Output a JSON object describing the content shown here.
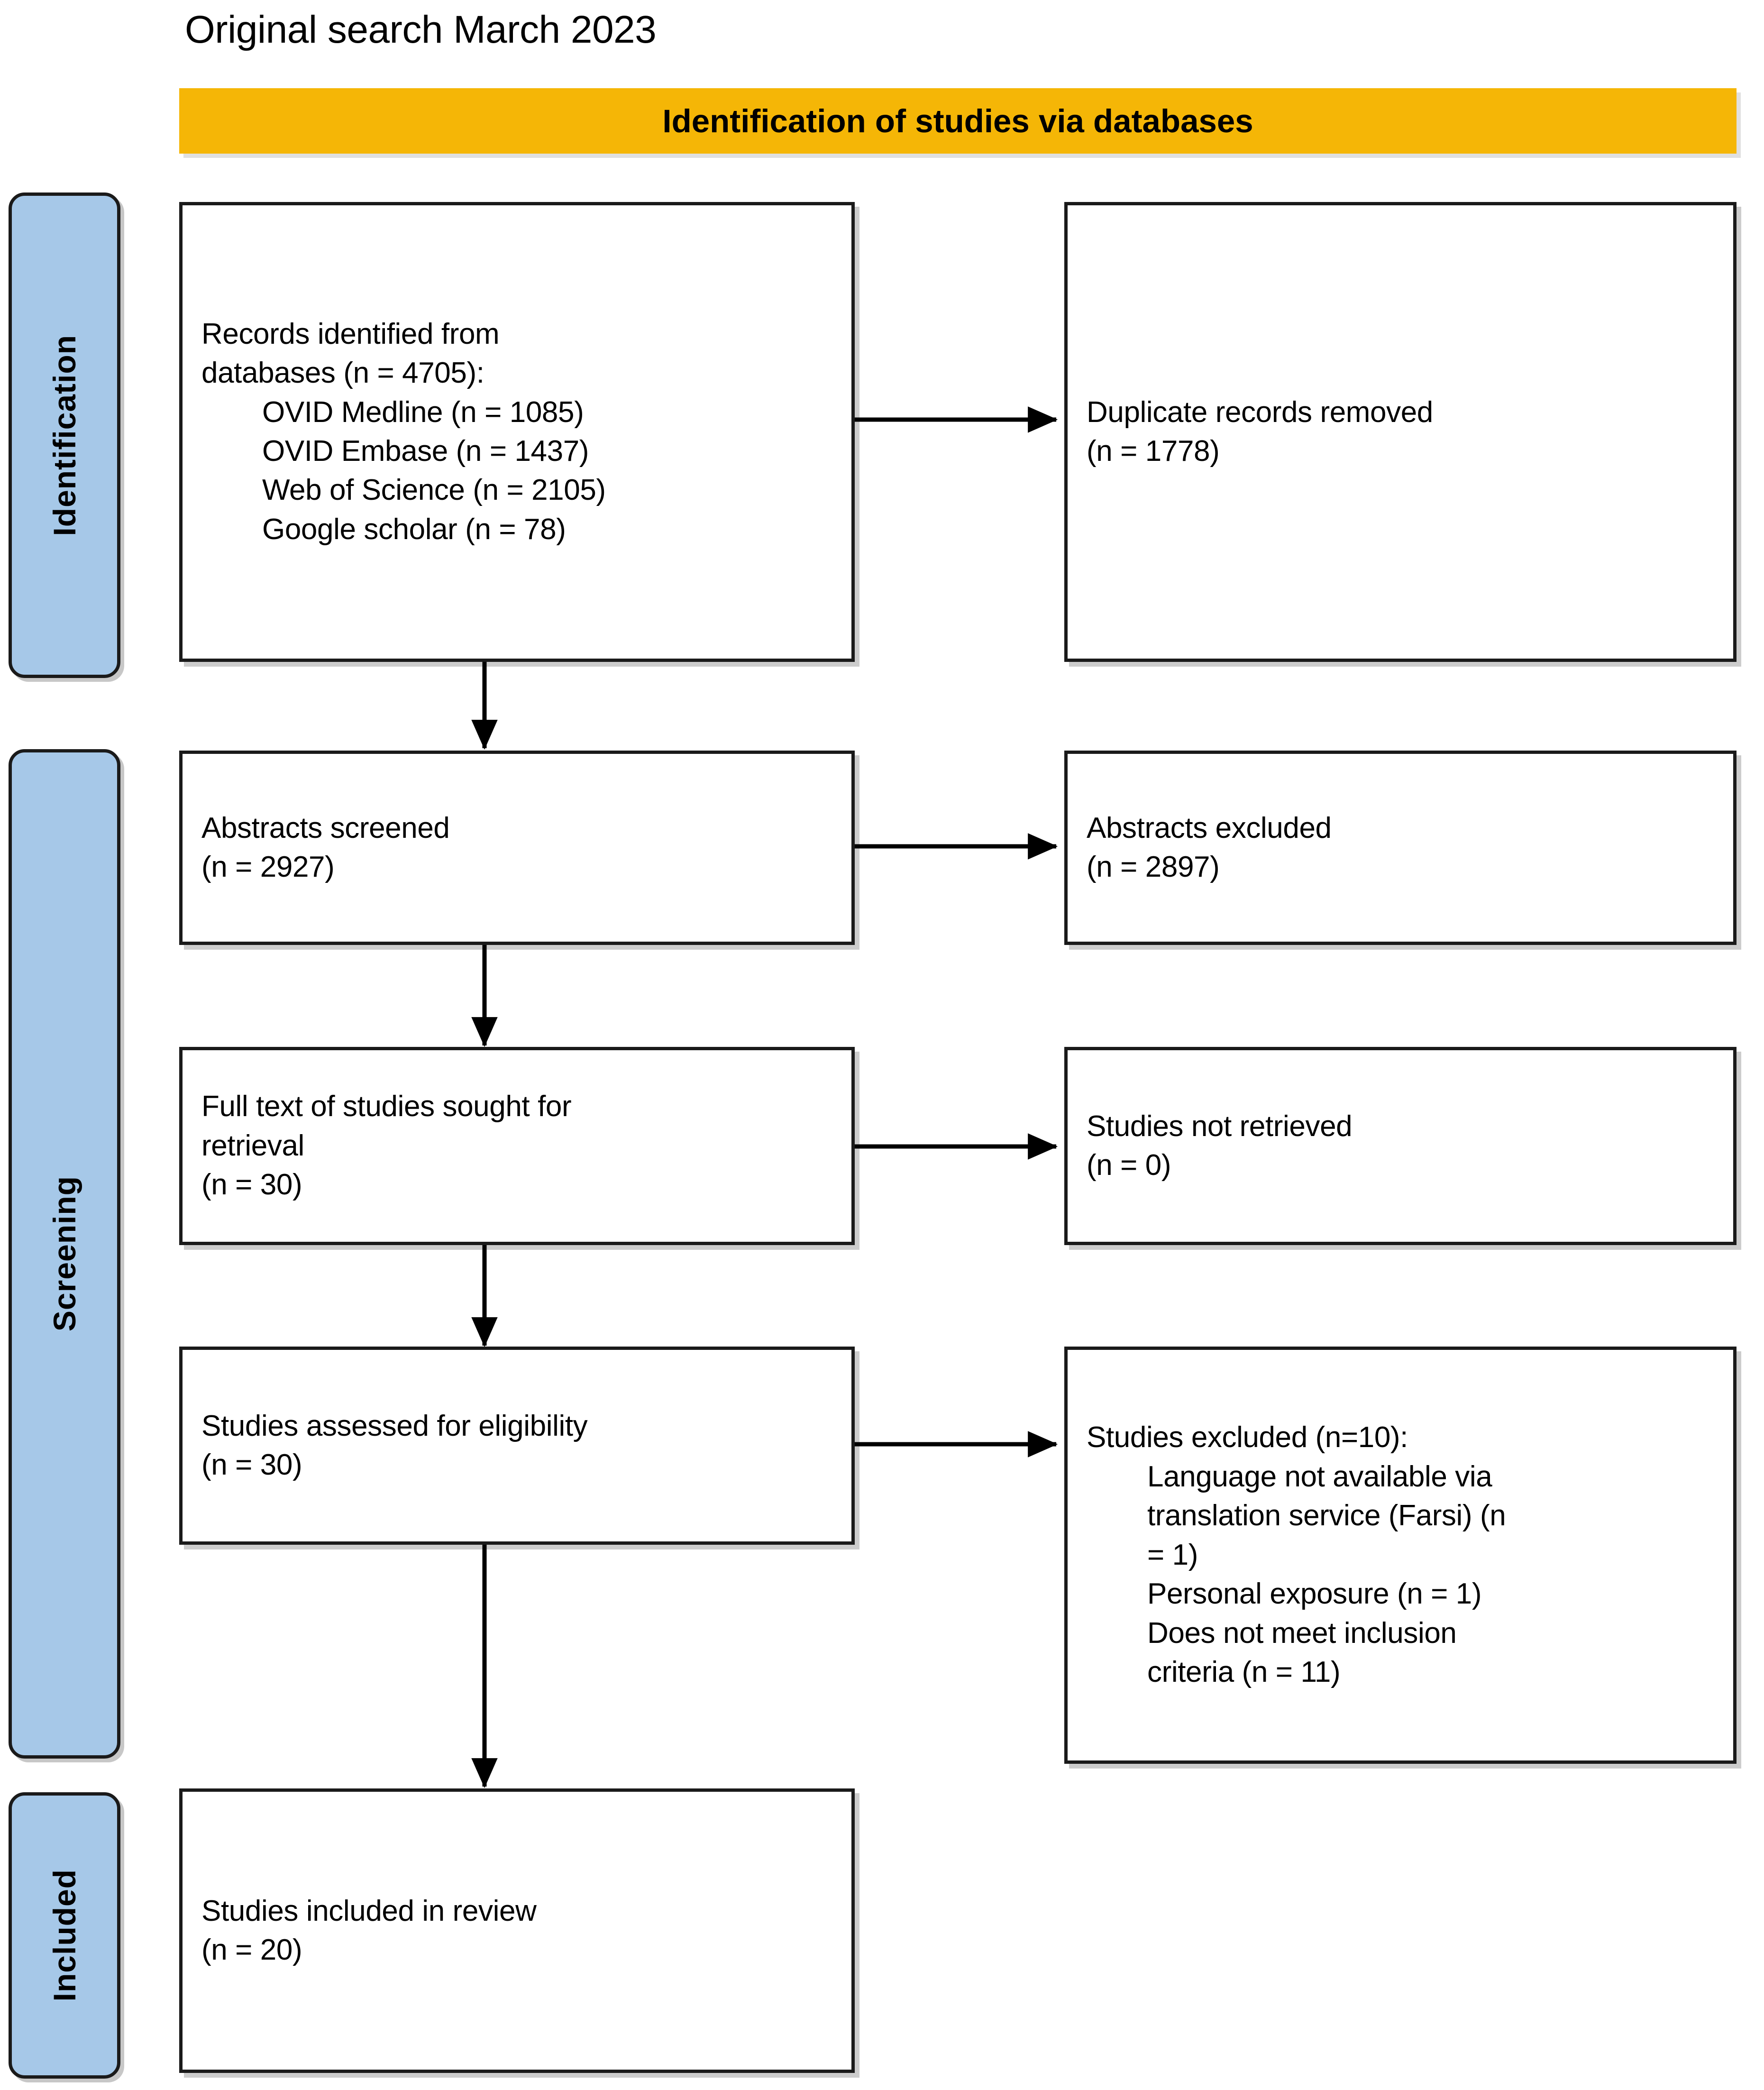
{
  "title": "Original search March 2023",
  "banner": {
    "label": "Identification of studies via databases"
  },
  "stages": [
    {
      "name": "identification",
      "label": "Identification"
    },
    {
      "name": "screening",
      "label": "Screening"
    },
    {
      "name": "included",
      "label": "Included"
    }
  ],
  "colors": {
    "banner_fill": "#F5B606",
    "stage_fill": "#A6C8E8",
    "box_fill": "#FFFFFF",
    "border": "#1A1A1A",
    "text": "#000000"
  },
  "nodes": {
    "records_identified": {
      "lines": [
        "Records identified from",
        "databases (n = 4705):",
        "OVID Medline (n = 1085)",
        "OVID Embase (n = 1437)",
        "Web of Science (n = 2105)",
        "Google scholar (n = 78)"
      ]
    },
    "duplicates_removed": {
      "lines": [
        "Duplicate records removed",
        "(n = 1778)"
      ]
    },
    "abstracts_screened": {
      "lines": [
        "Abstracts screened",
        "(n = 2927)"
      ]
    },
    "abstracts_excluded": {
      "lines": [
        "Abstracts excluded",
        "(n = 2897)"
      ]
    },
    "fulltext_sought": {
      "lines": [
        "Full text of studies sought for",
        "retrieval",
        "(n = 30)"
      ]
    },
    "studies_not_retrieved": {
      "lines": [
        "Studies not retrieved",
        "(n = 0)"
      ]
    },
    "studies_assessed": {
      "lines": [
        "Studies assessed for eligibility",
        "(n = 30)"
      ]
    },
    "studies_excluded": {
      "lines": [
        "Studies excluded (n=10):",
        "Language not available via",
        "translation service (Farsi) (n",
        "= 1)",
        "Personal exposure (n = 1)",
        "Does not meet inclusion",
        "criteria (n = 11)"
      ]
    },
    "studies_included": {
      "lines": [
        "Studies included in review",
        "(n = 20)"
      ]
    }
  },
  "chart_data": {
    "type": "diagram",
    "diagram_kind": "PRISMA flow diagram",
    "title": "Original search March 2023",
    "header": "Identification of studies via databases",
    "stages": [
      "Identification",
      "Screening",
      "Included"
    ],
    "flow": [
      {
        "id": "records_identified",
        "stage": "Identification",
        "n": 4705,
        "label": "Records identified from databases",
        "breakdown": [
          {
            "source": "OVID Medline",
            "n": 1085
          },
          {
            "source": "OVID Embase",
            "n": 1437
          },
          {
            "source": "Web of Science",
            "n": 2105
          },
          {
            "source": "Google scholar",
            "n": 78
          }
        ]
      },
      {
        "id": "duplicates_removed",
        "stage": "Identification",
        "n": 1778,
        "label": "Duplicate records removed",
        "kind": "excluded"
      },
      {
        "id": "abstracts_screened",
        "stage": "Screening",
        "n": 2927,
        "label": "Abstracts screened"
      },
      {
        "id": "abstracts_excluded",
        "stage": "Screening",
        "n": 2897,
        "label": "Abstracts excluded",
        "kind": "excluded"
      },
      {
        "id": "fulltext_sought",
        "stage": "Screening",
        "n": 30,
        "label": "Full text of studies sought for retrieval"
      },
      {
        "id": "studies_not_retrieved",
        "stage": "Screening",
        "n": 0,
        "label": "Studies not retrieved",
        "kind": "excluded"
      },
      {
        "id": "studies_assessed",
        "stage": "Screening",
        "n": 30,
        "label": "Studies assessed for eligibility"
      },
      {
        "id": "studies_excluded",
        "stage": "Screening",
        "n": 10,
        "label": "Studies excluded",
        "kind": "excluded",
        "reasons": [
          {
            "reason": "Language not available via translation service (Farsi)",
            "n": 1
          },
          {
            "reason": "Personal exposure",
            "n": 1
          },
          {
            "reason": "Does not meet inclusion criteria",
            "n": 11
          }
        ]
      },
      {
        "id": "studies_included",
        "stage": "Included",
        "n": 20,
        "label": "Studies included in review"
      }
    ],
    "edges": [
      {
        "from": "records_identified",
        "to": "duplicates_removed",
        "dir": "right"
      },
      {
        "from": "records_identified",
        "to": "abstracts_screened",
        "dir": "down"
      },
      {
        "from": "abstracts_screened",
        "to": "abstracts_excluded",
        "dir": "right"
      },
      {
        "from": "abstracts_screened",
        "to": "fulltext_sought",
        "dir": "down"
      },
      {
        "from": "fulltext_sought",
        "to": "studies_not_retrieved",
        "dir": "right"
      },
      {
        "from": "fulltext_sought",
        "to": "studies_assessed",
        "dir": "down"
      },
      {
        "from": "studies_assessed",
        "to": "studies_excluded",
        "dir": "right"
      },
      {
        "from": "studies_assessed",
        "to": "studies_included",
        "dir": "down"
      }
    ]
  }
}
